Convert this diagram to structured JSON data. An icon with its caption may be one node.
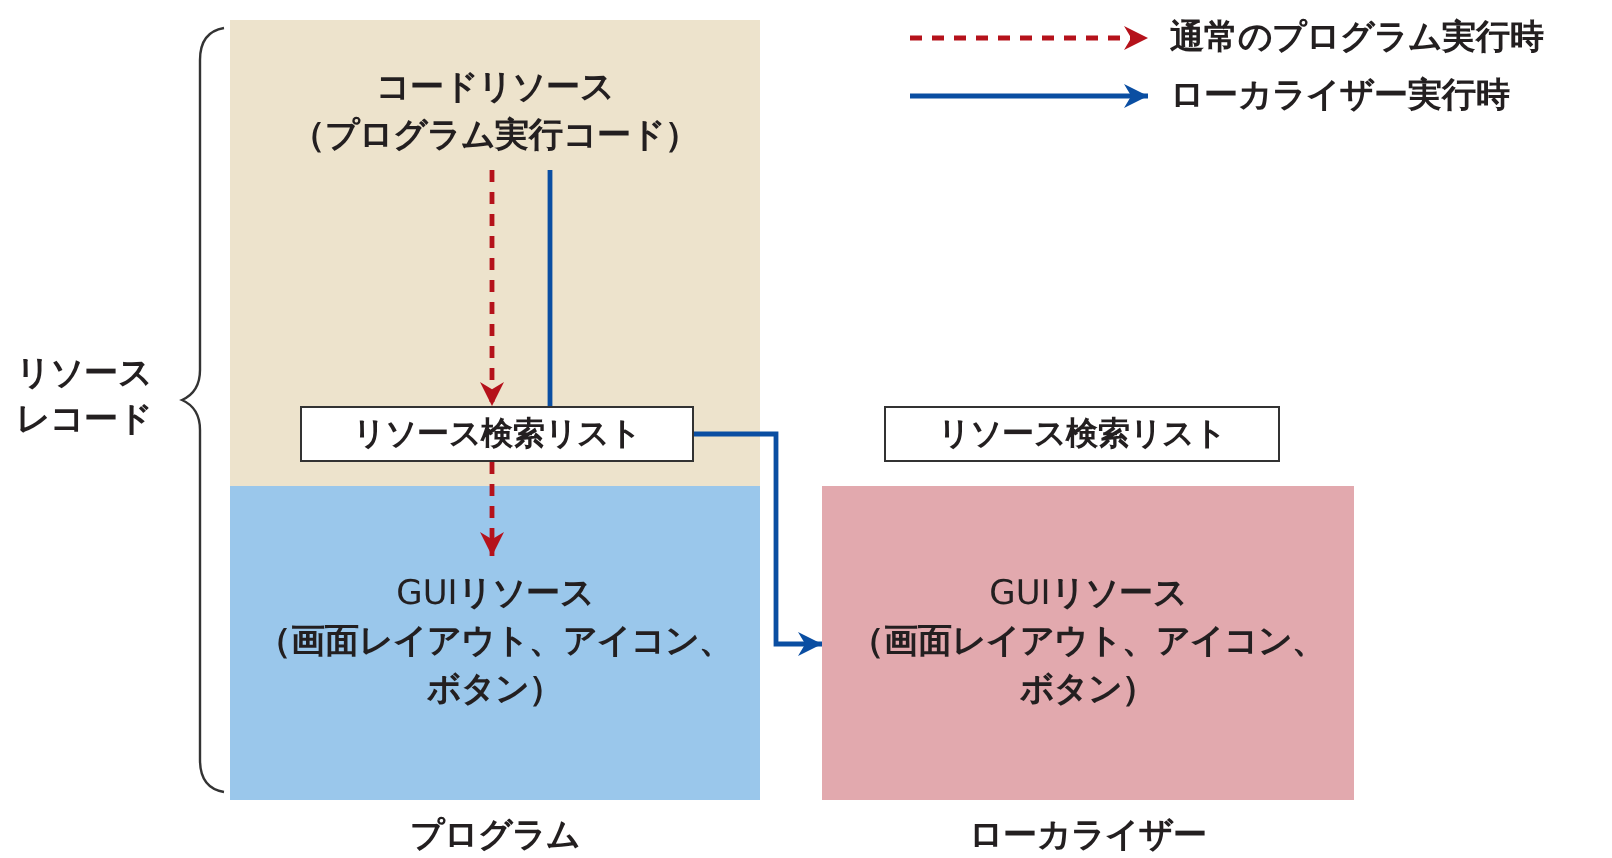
{
  "diagram": {
    "nodes": [
      {
        "text": [
          "コードリソース（プログラム実行コード）"
        ]
      },
      {
        "text": [
          "リソース検索リスト"
        ]
      },
      {
        "text": [
          "GUI**リソース（画面レイアウト、アイコン、ボタン）**"
        ],
        "beside": [
          "プログラム"
        ]
      },
      {
        "text": [
          "リソース検索リスト"
        ]
      },
      {
        "text": [
          "GUI**リソース（画面レイアウト、アイコン、ボタン）**"
        ],
        "beside": [
          "ローカライザー"
        ]
      }
    ],
    "edges": [
      {
        "from": 0,
        "to": 1,
        "arrow": "to",
        "style": "dashed",
        "color": "#b5121b"
      },
      {
        "from": 0,
        "to": 1,
        "arrow": "none",
        "color": "#0a4ea2"
      },
      {
        "from": 1,
        "to": 2,
        "arrow": "to",
        "style": "dashed",
        "color": "#b5121b"
      },
      {
        "from": 1,
        "to": 4,
        "arrow": "to",
        "color": "#0a4ea2"
      }
    ],
    "labels": [
      "リソースレコード"
    ],
    "legend": [
      {
        "text": "通常のプログラム実行時"
      },
      {
        "text": "ローカライザー実行時"
      }
    ]
  }
}
